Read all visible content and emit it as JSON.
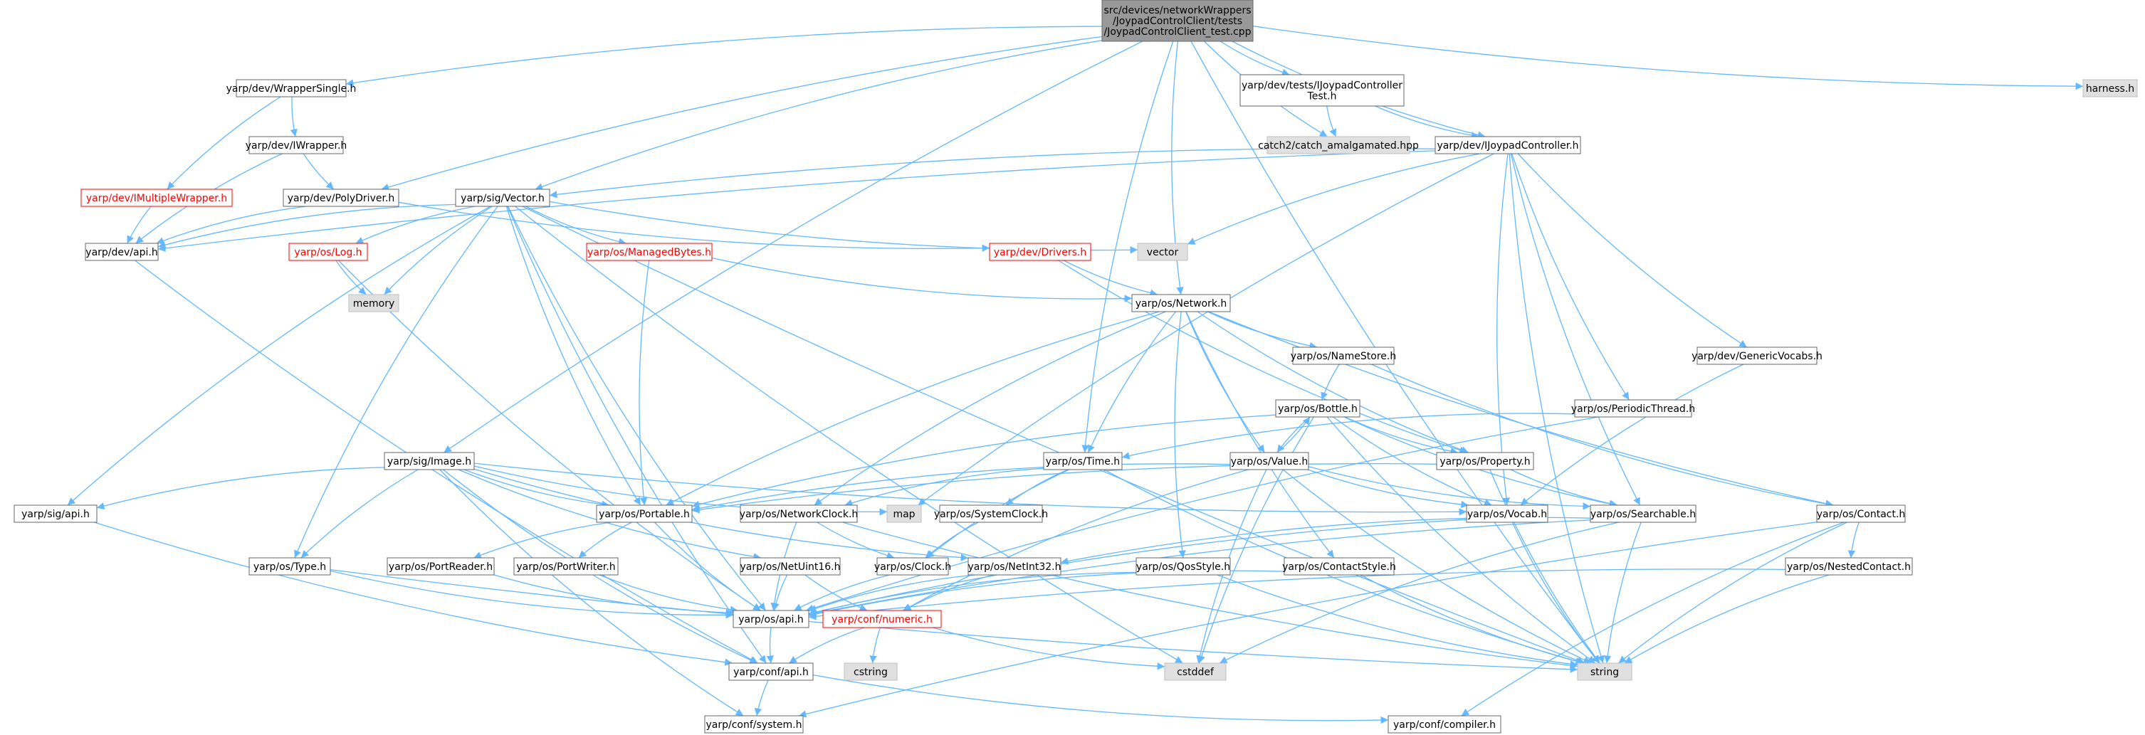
{
  "graph": {
    "colors": {
      "edge": "#63b8ff",
      "node_border": "#666666",
      "node_fill": "#ffffff",
      "root_fill": "#999999",
      "system_fill": "#e0e0e0",
      "undocumented_text": "#ff0000",
      "text": "#000000"
    },
    "nodes": [
      {
        "id": "root",
        "lines": [
          "src/devices/networkWrappers",
          "/JoypadControlClient/tests",
          "/JoypadControlClient_test.cpp"
        ],
        "kind": "root"
      },
      {
        "id": "wrappersingle",
        "lines": [
          "yarp/dev/WrapperSingle.h"
        ],
        "kind": "normal"
      },
      {
        "id": "ijoytest",
        "lines": [
          "yarp/dev/tests/IJoypadController",
          "Test.h"
        ],
        "kind": "normal"
      },
      {
        "id": "harness",
        "lines": [
          "harness.h"
        ],
        "kind": "system"
      },
      {
        "id": "iwrapper",
        "lines": [
          "yarp/dev/IWrapper.h"
        ],
        "kind": "normal"
      },
      {
        "id": "catch2",
        "lines": [
          "catch2/catch_amalgamated.hpp"
        ],
        "kind": "system"
      },
      {
        "id": "ijoy",
        "lines": [
          "yarp/dev/IJoypadController.h"
        ],
        "kind": "normal"
      },
      {
        "id": "imultiwrapper",
        "lines": [
          "yarp/dev/IMultipleWrapper.h"
        ],
        "kind": "red"
      },
      {
        "id": "polydriver",
        "lines": [
          "yarp/dev/PolyDriver.h"
        ],
        "kind": "normal"
      },
      {
        "id": "vector",
        "lines": [
          "yarp/sig/Vector.h"
        ],
        "kind": "normal"
      },
      {
        "id": "devapi",
        "lines": [
          "yarp/dev/api.h"
        ],
        "kind": "normal"
      },
      {
        "id": "oslog",
        "lines": [
          "yarp/os/Log.h"
        ],
        "kind": "red"
      },
      {
        "id": "managedbytes",
        "lines": [
          "yarp/os/ManagedBytes.h"
        ],
        "kind": "red"
      },
      {
        "id": "drivers",
        "lines": [
          "yarp/dev/Drivers.h"
        ],
        "kind": "red"
      },
      {
        "id": "stdvector",
        "lines": [
          "vector"
        ],
        "kind": "system"
      },
      {
        "id": "memory",
        "lines": [
          "memory"
        ],
        "kind": "system"
      },
      {
        "id": "network",
        "lines": [
          "yarp/os/Network.h"
        ],
        "kind": "normal"
      },
      {
        "id": "genericvocabs",
        "lines": [
          "yarp/dev/GenericVocabs.h"
        ],
        "kind": "normal"
      },
      {
        "id": "namestore",
        "lines": [
          "yarp/os/NameStore.h"
        ],
        "kind": "normal"
      },
      {
        "id": "bottle",
        "lines": [
          "yarp/os/Bottle.h"
        ],
        "kind": "normal"
      },
      {
        "id": "periodicthread",
        "lines": [
          "yarp/os/PeriodicThread.h"
        ],
        "kind": "normal"
      },
      {
        "id": "sigimage",
        "lines": [
          "yarp/sig/Image.h"
        ],
        "kind": "normal"
      },
      {
        "id": "ostime",
        "lines": [
          "yarp/os/Time.h"
        ],
        "kind": "normal"
      },
      {
        "id": "osvalue",
        "lines": [
          "yarp/os/Value.h"
        ],
        "kind": "normal"
      },
      {
        "id": "property",
        "lines": [
          "yarp/os/Property.h"
        ],
        "kind": "normal"
      },
      {
        "id": "sigapi",
        "lines": [
          "yarp/sig/api.h"
        ],
        "kind": "normal"
      },
      {
        "id": "portable",
        "lines": [
          "yarp/os/Portable.h"
        ],
        "kind": "normal"
      },
      {
        "id": "map",
        "lines": [
          "map"
        ],
        "kind": "system"
      },
      {
        "id": "networkclock",
        "lines": [
          "yarp/os/NetworkClock.h"
        ],
        "kind": "normal"
      },
      {
        "id": "systemclock",
        "lines": [
          "yarp/os/SystemClock.h"
        ],
        "kind": "normal"
      },
      {
        "id": "vocab",
        "lines": [
          "yarp/os/Vocab.h"
        ],
        "kind": "normal"
      },
      {
        "id": "searchable",
        "lines": [
          "yarp/os/Searchable.h"
        ],
        "kind": "normal"
      },
      {
        "id": "contact",
        "lines": [
          "yarp/os/Contact.h"
        ],
        "kind": "normal"
      },
      {
        "id": "ostype",
        "lines": [
          "yarp/os/Type.h"
        ],
        "kind": "normal"
      },
      {
        "id": "portreader",
        "lines": [
          "yarp/os/PortReader.h"
        ],
        "kind": "normal"
      },
      {
        "id": "portwriter",
        "lines": [
          "yarp/os/PortWriter.h"
        ],
        "kind": "normal"
      },
      {
        "id": "netuint16",
        "lines": [
          "yarp/os/NetUint16.h"
        ],
        "kind": "normal"
      },
      {
        "id": "clock",
        "lines": [
          "yarp/os/Clock.h"
        ],
        "kind": "normal"
      },
      {
        "id": "netint32",
        "lines": [
          "yarp/os/NetInt32.h"
        ],
        "kind": "normal"
      },
      {
        "id": "qosstyle",
        "lines": [
          "yarp/os/QosStyle.h"
        ],
        "kind": "normal"
      },
      {
        "id": "contactstyle",
        "lines": [
          "yarp/os/ContactStyle.h"
        ],
        "kind": "normal"
      },
      {
        "id": "nestedcontact",
        "lines": [
          "yarp/os/NestedContact.h"
        ],
        "kind": "normal"
      },
      {
        "id": "osapi",
        "lines": [
          "yarp/os/api.h"
        ],
        "kind": "normal"
      },
      {
        "id": "numeric",
        "lines": [
          "yarp/conf/numeric.h"
        ],
        "kind": "red"
      },
      {
        "id": "cstring",
        "lines": [
          "cstring"
        ],
        "kind": "system"
      },
      {
        "id": "cstddef",
        "lines": [
          "cstddef"
        ],
        "kind": "system"
      },
      {
        "id": "string",
        "lines": [
          "string"
        ],
        "kind": "system"
      },
      {
        "id": "confapi",
        "lines": [
          "yarp/conf/api.h"
        ],
        "kind": "normal"
      },
      {
        "id": "system",
        "lines": [
          "yarp/conf/system.h"
        ],
        "kind": "normal"
      },
      {
        "id": "compiler",
        "lines": [
          "yarp/conf/compiler.h"
        ],
        "kind": "normal"
      }
    ],
    "edges": [
      [
        "root",
        "wrappersingle"
      ],
      [
        "root",
        "ijoytest"
      ],
      [
        "root",
        "harness"
      ],
      [
        "root",
        "catch2"
      ],
      [
        "root",
        "ijoy"
      ],
      [
        "root",
        "vector"
      ],
      [
        "root",
        "network"
      ],
      [
        "root",
        "polydriver"
      ],
      [
        "root",
        "sigimage"
      ],
      [
        "root",
        "ostime"
      ],
      [
        "root",
        "string"
      ],
      [
        "wrappersingle",
        "iwrapper"
      ],
      [
        "wrappersingle",
        "imultiwrapper"
      ],
      [
        "iwrapper",
        "polydriver"
      ],
      [
        "iwrapper",
        "devapi"
      ],
      [
        "imultiwrapper",
        "devapi"
      ],
      [
        "ijoytest",
        "catch2"
      ],
      [
        "ijoytest",
        "ijoy"
      ],
      [
        "polydriver",
        "devapi"
      ],
      [
        "polydriver",
        "drivers"
      ],
      [
        "devapi",
        "confapi"
      ],
      [
        "ijoy",
        "devapi"
      ],
      [
        "ijoy",
        "vector"
      ],
      [
        "ijoy",
        "stdvector"
      ],
      [
        "ijoy",
        "genericvocabs"
      ],
      [
        "ijoy",
        "periodicthread"
      ],
      [
        "ijoy",
        "vocab"
      ],
      [
        "ijoy",
        "searchable"
      ],
      [
        "ijoy",
        "string"
      ],
      [
        "ijoy",
        "map"
      ],
      [
        "vector",
        "devapi"
      ],
      [
        "vector",
        "oslog"
      ],
      [
        "vector",
        "managedbytes"
      ],
      [
        "vector",
        "memory"
      ],
      [
        "vector",
        "stdvector"
      ],
      [
        "vector",
        "sigapi"
      ],
      [
        "vector",
        "portable"
      ],
      [
        "vector",
        "ostype"
      ],
      [
        "vector",
        "osapi"
      ],
      [
        "vector",
        "cstddef"
      ],
      [
        "vector",
        "confapi"
      ],
      [
        "vector",
        "string"
      ],
      [
        "oslog",
        "memory"
      ],
      [
        "oslog",
        "osapi"
      ],
      [
        "managedbytes",
        "network"
      ],
      [
        "managedbytes",
        "portable"
      ],
      [
        "drivers",
        "network"
      ],
      [
        "drivers",
        "property"
      ],
      [
        "network",
        "namestore"
      ],
      [
        "network",
        "ostime"
      ],
      [
        "network",
        "osvalue"
      ],
      [
        "network",
        "property"
      ],
      [
        "network",
        "portable"
      ],
      [
        "network",
        "contact"
      ],
      [
        "network",
        "qosstyle"
      ],
      [
        "network",
        "contactstyle"
      ],
      [
        "network",
        "networkclock"
      ],
      [
        "namestore",
        "bottle"
      ],
      [
        "namestore",
        "contact"
      ],
      [
        "genericvocabs",
        "vocab"
      ],
      [
        "bottle",
        "osvalue"
      ],
      [
        "bottle",
        "property"
      ],
      [
        "bottle",
        "portable"
      ],
      [
        "bottle",
        "searchable"
      ],
      [
        "bottle",
        "vocab"
      ],
      [
        "bottle",
        "string"
      ],
      [
        "bottle",
        "cstddef"
      ],
      [
        "periodicthread",
        "ostime"
      ],
      [
        "periodicthread",
        "osapi"
      ],
      [
        "osvalue",
        "bottle"
      ],
      [
        "osvalue",
        "portable"
      ],
      [
        "osvalue",
        "searchable"
      ],
      [
        "osvalue",
        "vocab"
      ],
      [
        "osvalue",
        "string"
      ],
      [
        "osvalue",
        "numeric"
      ],
      [
        "osvalue",
        "cstddef"
      ],
      [
        "property",
        "portable"
      ],
      [
        "property",
        "searchable"
      ],
      [
        "property",
        "string"
      ],
      [
        "ostime",
        "networkclock"
      ],
      [
        "ostime",
        "systemclock"
      ],
      [
        "ostime",
        "clock"
      ],
      [
        "ostime",
        "string"
      ],
      [
        "sigimage",
        "sigapi"
      ],
      [
        "sigimage",
        "portable"
      ],
      [
        "sigimage",
        "ostype"
      ],
      [
        "sigimage",
        "netint32"
      ],
      [
        "sigimage",
        "netuint16"
      ],
      [
        "sigimage",
        "map"
      ],
      [
        "sigimage",
        "vocab"
      ],
      [
        "sigimage",
        "confapi"
      ],
      [
        "sigimage",
        "system"
      ],
      [
        "sigapi",
        "confapi"
      ],
      [
        "portable",
        "portreader"
      ],
      [
        "portable",
        "portwriter"
      ],
      [
        "portable",
        "osapi"
      ],
      [
        "networkclock",
        "clock"
      ],
      [
        "networkclock",
        "osapi"
      ],
      [
        "networkclock",
        "string"
      ],
      [
        "systemclock",
        "clock"
      ],
      [
        "vocab",
        "osapi"
      ],
      [
        "vocab",
        "string"
      ],
      [
        "searchable",
        "osapi"
      ],
      [
        "searchable",
        "string"
      ],
      [
        "searchable",
        "cstddef"
      ],
      [
        "searchable",
        "netint32"
      ],
      [
        "contact",
        "nestedcontact"
      ],
      [
        "contact",
        "string"
      ],
      [
        "contact",
        "system"
      ],
      [
        "contact",
        "compiler"
      ],
      [
        "ostype",
        "osapi"
      ],
      [
        "ostype",
        "string"
      ],
      [
        "portreader",
        "osapi"
      ],
      [
        "portwriter",
        "osapi"
      ],
      [
        "netuint16",
        "osapi"
      ],
      [
        "netuint16",
        "numeric"
      ],
      [
        "netint32",
        "osapi"
      ],
      [
        "netint32",
        "numeric"
      ],
      [
        "clock",
        "osapi"
      ],
      [
        "qosstyle",
        "osapi"
      ],
      [
        "qosstyle",
        "string"
      ],
      [
        "contactstyle",
        "osapi"
      ],
      [
        "contactstyle",
        "string"
      ],
      [
        "nestedcontact",
        "osapi"
      ],
      [
        "nestedcontact",
        "string"
      ],
      [
        "osapi",
        "confapi"
      ],
      [
        "numeric",
        "confapi"
      ],
      [
        "numeric",
        "cstring"
      ],
      [
        "numeric",
        "cstddef"
      ],
      [
        "confapi",
        "system"
      ],
      [
        "confapi",
        "compiler"
      ]
    ]
  }
}
